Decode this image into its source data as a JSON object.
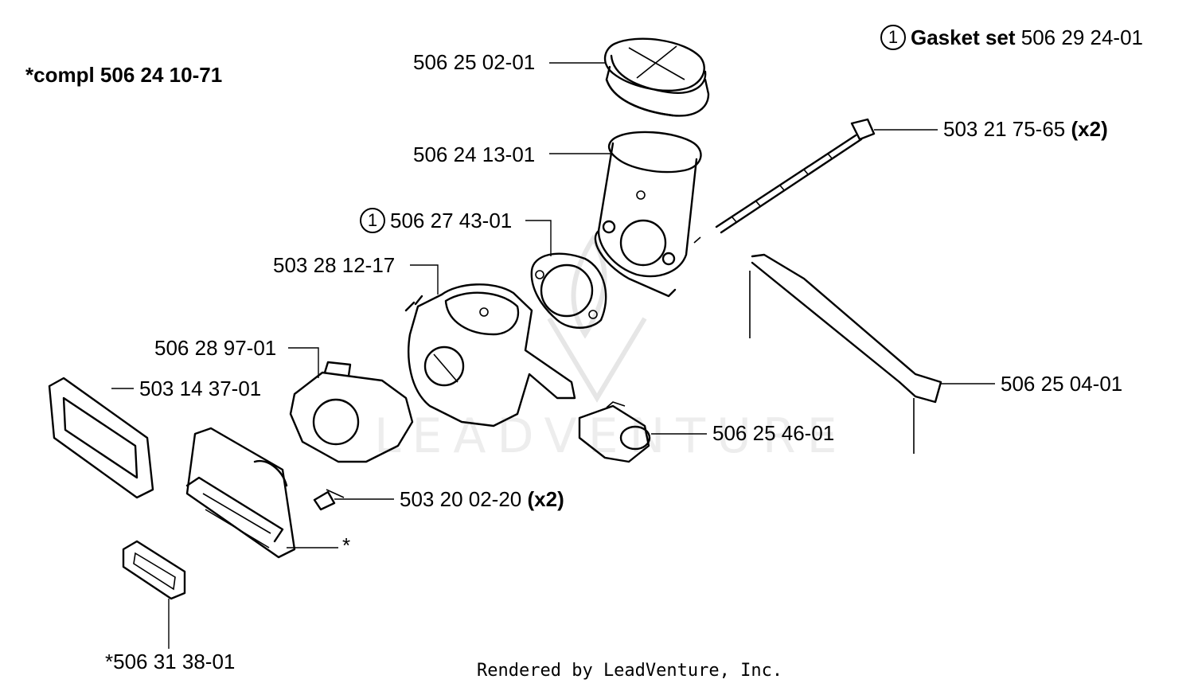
{
  "header": {
    "compl_label": "*compl 506 24 10-71",
    "gasket_ref": "1",
    "gasket_title": "Gasket set",
    "gasket_number": "506 29 24-01"
  },
  "watermark": {
    "text": "LEADVENTURE"
  },
  "parts": [
    {
      "id": "air-filter-top",
      "number": "506 25 02-01"
    },
    {
      "id": "intake-adapter",
      "number": "506 24 13-01"
    },
    {
      "id": "gasket-ref",
      "ref": "1",
      "number": "506 27 43-01"
    },
    {
      "id": "carburetor",
      "number": "503 28 12-17"
    },
    {
      "id": "screw-long",
      "number": "503 21 75-65",
      "qty": "(x2)"
    },
    {
      "id": "throttle-rod",
      "number": "506 25 04-01"
    },
    {
      "id": "intake-manifold",
      "number": "506 28 97-01"
    },
    {
      "id": "gasket-rect",
      "number": "503 14 37-01"
    },
    {
      "id": "sleeve",
      "number": "506 25 46-01"
    },
    {
      "id": "screw-short",
      "number": "503 20 02-20",
      "qty": "(x2)"
    },
    {
      "id": "reed-block",
      "number": "*"
    },
    {
      "id": "reed-gasket",
      "number": "*506 31 38-01"
    }
  ],
  "footer": "Rendered by LeadVenture, Inc."
}
